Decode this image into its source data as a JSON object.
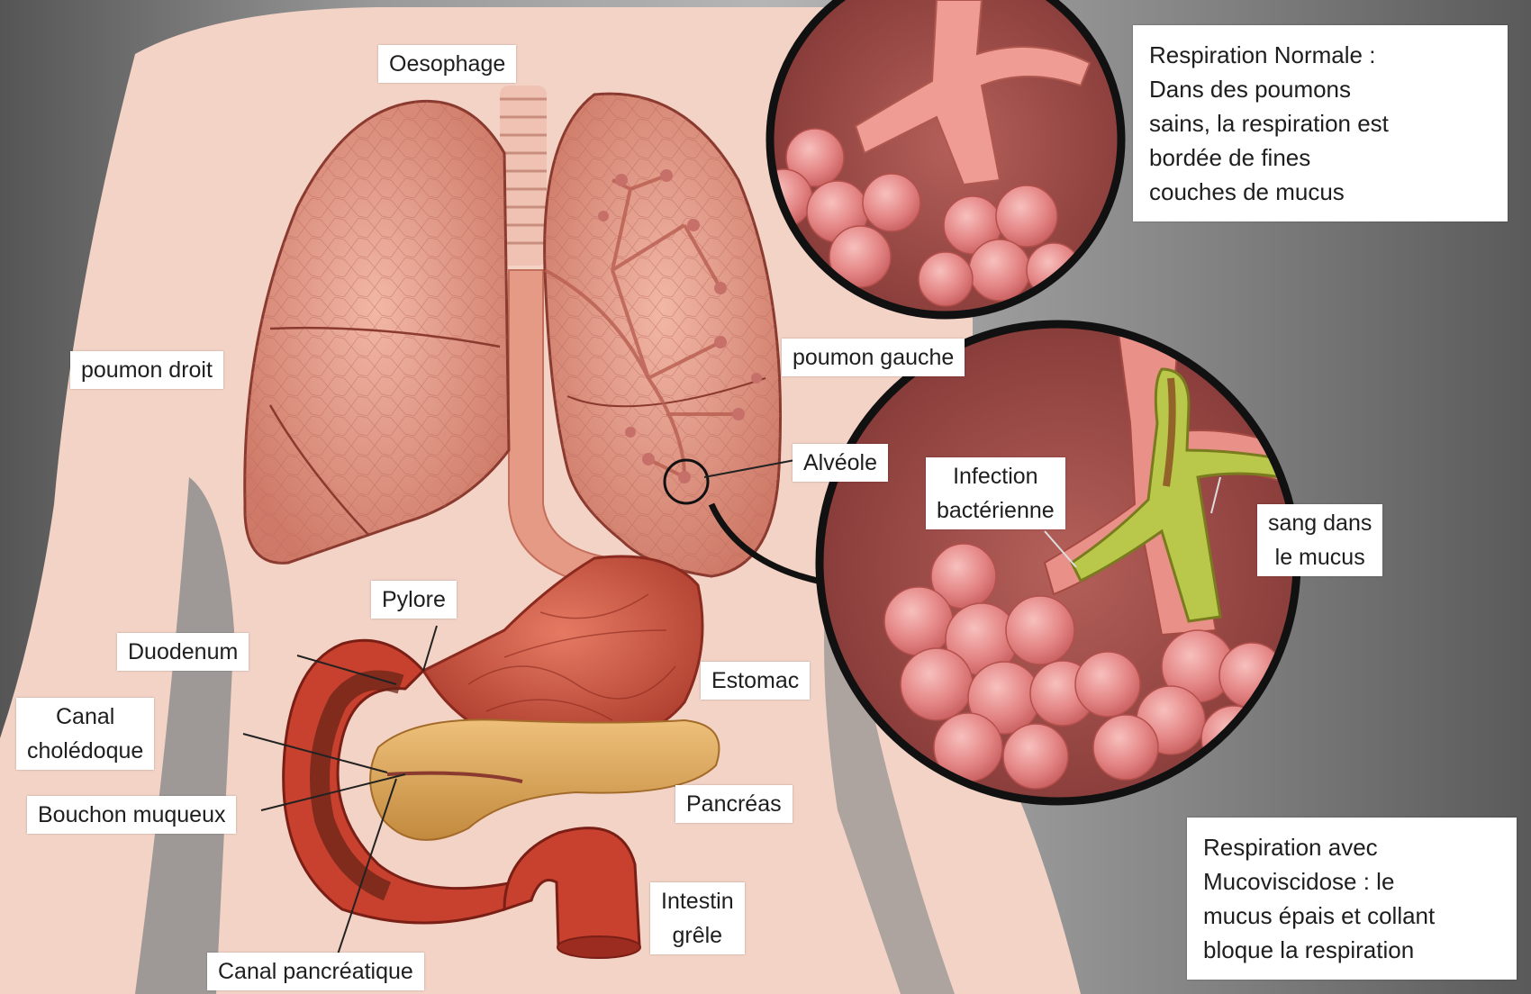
{
  "colors": {
    "background_gray": "#6e6e6e",
    "skin": "#f3d3c6",
    "lung": "#e6a18e",
    "stomach": "#c44e3c",
    "pancreas": "#d9a55a",
    "intestine": "#c8402e",
    "mucus": "#b9c84a",
    "alveoli": "#e88c8c"
  },
  "labels": {
    "oesophage": "Oesophage",
    "poumon_droit": "poumon droit",
    "poumon_gauche": "poumon gauche",
    "alveole": "Alvéole",
    "pylore": "Pylore",
    "duodenum": "Duodenum",
    "canal_choledoque": "Canal\ncholédoque",
    "estomac": "Estomac",
    "bouchon_muqueux": "Bouchon muqueux",
    "pancreas": "Pancréas",
    "intestin_grele": "Intestin\ngrêle",
    "canal_pancreatique": "Canal pancréatique",
    "infection": "Infection\nbactérienne",
    "sang_mucus": "sang dans\nle mucus"
  },
  "notes": {
    "normale": "Respiration Normale :\nDans des poumons\nsains, la respiration est\nbordée de fines\ncouches de mucus",
    "mucoviscidose": "Respiration avec\nMucoviscidose : le\nmucus épais et collant\nbloque la respiration"
  }
}
